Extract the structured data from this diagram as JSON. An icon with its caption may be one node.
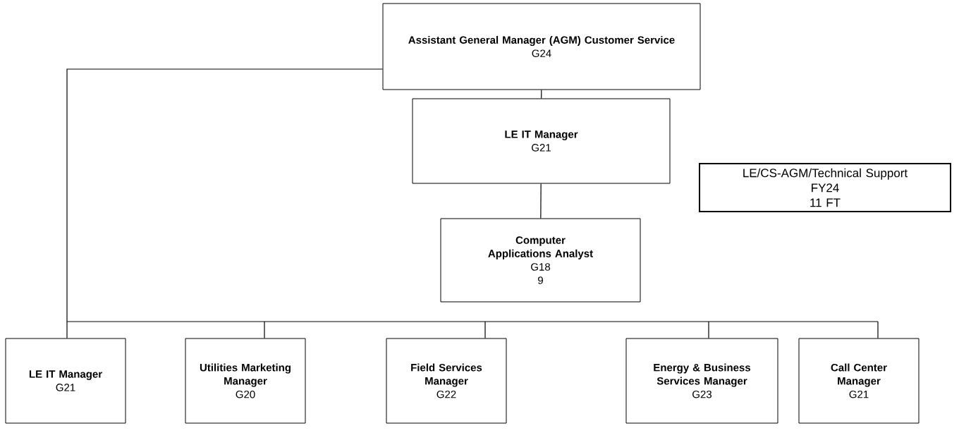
{
  "diagram": {
    "nodes": [
      {
        "text": [
          "Assistant General Manager (AGM) Customer Service",
          "G24"
        ]
      },
      {
        "text": [
          "LE IT Manager",
          "G21"
        ]
      },
      {
        "text": [
          "Computer Applications Analyst",
          "G18",
          "9"
        ]
      },
      {
        "text": [
          "LE/CS-AGM/Technical Support",
          "FY24",
          "11 FT"
        ]
      },
      {
        "text": [
          "LE IT Manager",
          "G21"
        ]
      },
      {
        "text": [
          "Utilities Marketing Manager",
          "G20"
        ]
      },
      {
        "text": [
          "Field Services Manager",
          "G22"
        ]
      },
      {
        "text": [
          "Energy & Business Services Manager",
          "G23"
        ]
      },
      {
        "text": [
          "Call Center Manager",
          "G21"
        ]
      }
    ],
    "edges": [
      {
        "from": 0,
        "to": 1,
        "arrow": "none"
      },
      {
        "from": 1,
        "to": 2,
        "arrow": "none"
      },
      {
        "from": 0,
        "to": 4,
        "arrow": "none"
      },
      {
        "from": 0,
        "to": 5,
        "arrow": "none"
      },
      {
        "from": 0,
        "to": 6,
        "arrow": "none"
      },
      {
        "from": 0,
        "to": 7,
        "arrow": "none"
      },
      {
        "from": 0,
        "to": 8,
        "arrow": "none"
      }
    ]
  }
}
